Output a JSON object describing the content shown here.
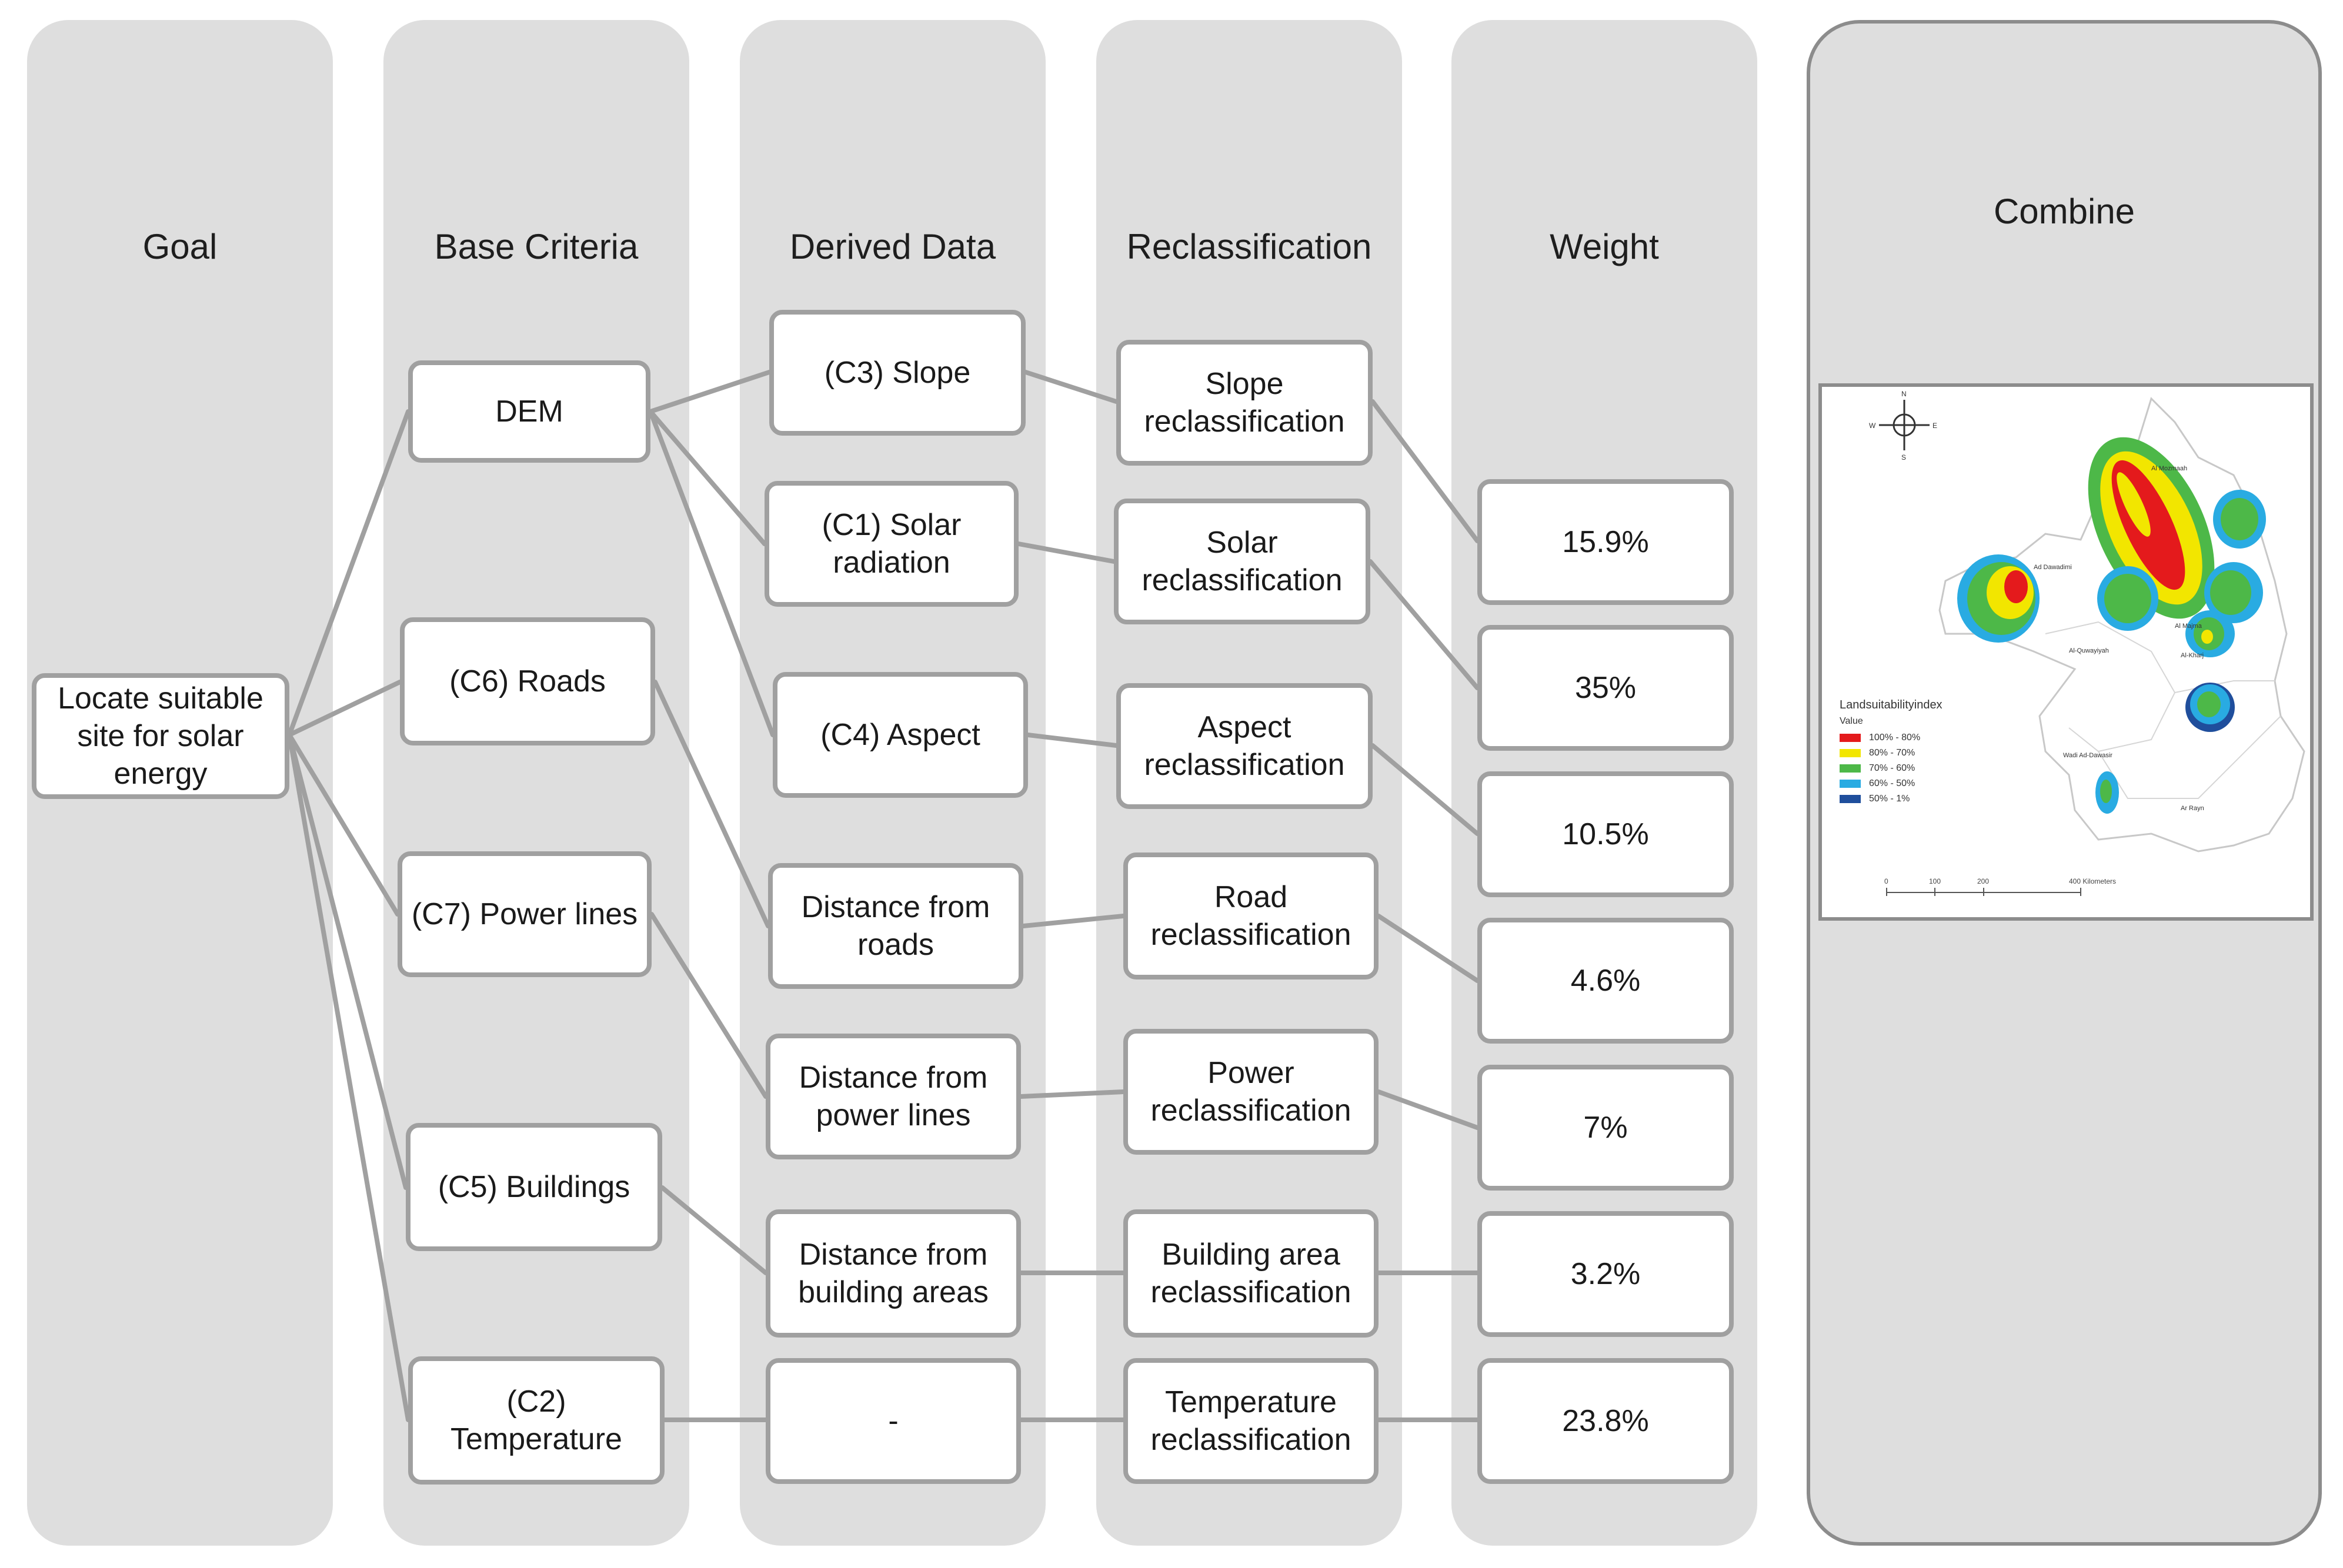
{
  "columns": {
    "goal": "Goal",
    "base_criteria": "Base Criteria",
    "derived_data": "Derived Data",
    "reclassification": "Reclassification",
    "weight": "Weight",
    "combine": "Combine"
  },
  "goal": "Locate suitable\nsite for solar\nenergy",
  "base_criteria": {
    "dem": "DEM",
    "roads": "(C6) Roads",
    "power_lines": "(C7) Power lines",
    "buildings": "(C5) Buildings",
    "temperature": "(C2)\nTemperature"
  },
  "derived_data": {
    "slope": "(C3) Slope",
    "solar": "(C1) Solar\nradiation",
    "aspect": "(C4) Aspect",
    "dist_roads": "Distance from\nroads",
    "dist_power": "Distance from\npower lines",
    "dist_buildings": "Distance from\nbuilding areas",
    "none": "-"
  },
  "reclassification": {
    "slope": "Slope\nreclassification",
    "solar": "Solar\nreclassification",
    "aspect": "Aspect\nreclassification",
    "road": "Road\nreclassification",
    "power": "Power\nreclassification",
    "building": "Building area\nreclassification",
    "temperature": "Temperature\nreclassification"
  },
  "weights": [
    "15.9%",
    "35%",
    "10.5%",
    "4.6%",
    "7%",
    "3.2%",
    "23.8%"
  ],
  "map": {
    "compass": {
      "n": "N",
      "s": "S",
      "e": "E",
      "w": "W"
    },
    "legend_title": "Landsuitabilityindex",
    "legend_value_label": "Value",
    "legend": [
      {
        "label": "100% - 80%",
        "color": "#e41a1c"
      },
      {
        "label": "80% - 70%",
        "color": "#f2e600"
      },
      {
        "label": "70% - 60%",
        "color": "#4db848"
      },
      {
        "label": "60% - 50%",
        "color": "#29abe2"
      },
      {
        "label": "50% - 1%",
        "color": "#1f4e9c"
      }
    ],
    "places": [
      "Al Mozmaah",
      "Ad Dawadimi",
      "Al-Quwayiyah",
      "Al Majma",
      "Wadi Ad-Dawasir",
      "Al-Kharj",
      "Ar Rayn"
    ],
    "scale_labels": [
      "0",
      "100",
      "200",
      "400 Kilometers"
    ]
  },
  "colors": {
    "column_bg": "#dedede",
    "node_border": "#a0a0a0",
    "connector": "#a0a0a0"
  }
}
